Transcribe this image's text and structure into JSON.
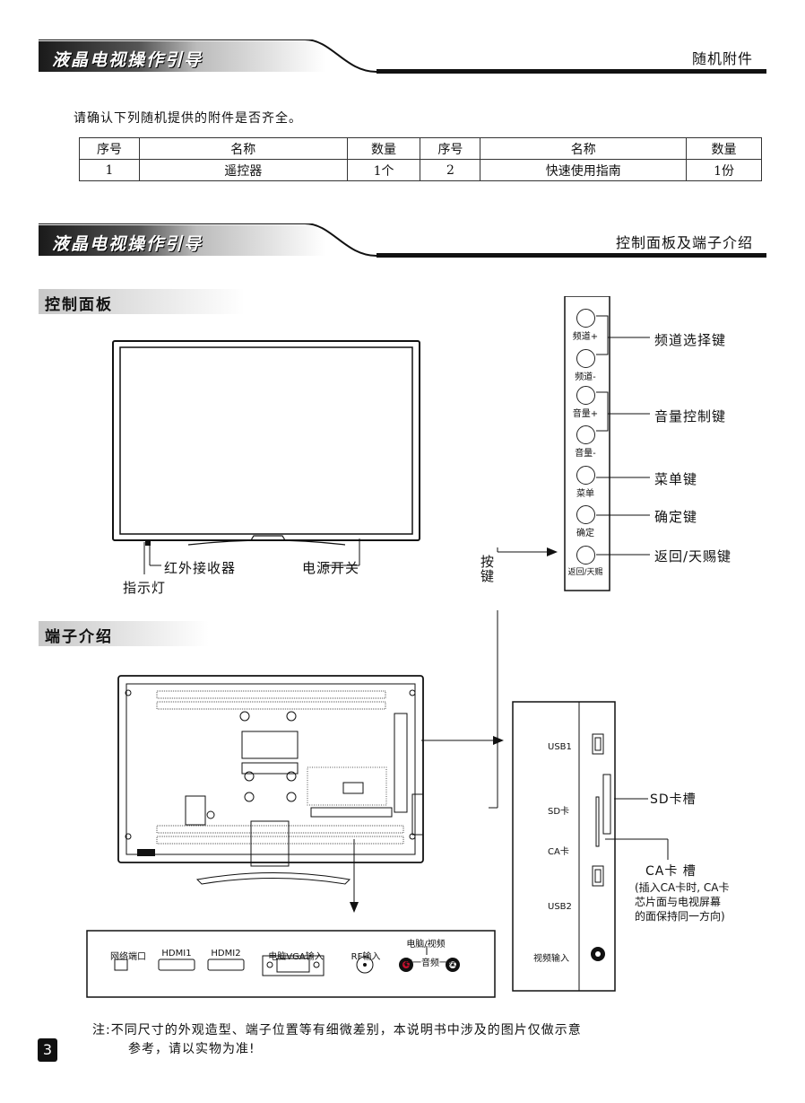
{
  "section1": {
    "title": "液晶电视操作引导",
    "right": "随机附件"
  },
  "intro": "请确认下列随机提供的附件是否齐全。",
  "accessories": {
    "headers": [
      "序号",
      "名称",
      "数量",
      "序号",
      "名称",
      "数量"
    ],
    "rows": [
      [
        "1",
        "遥控器",
        "1个",
        "2",
        "快速使用指南",
        "1份"
      ]
    ]
  },
  "section2": {
    "title": "液晶电视操作引导",
    "right": "控制面板及端子介绍"
  },
  "control_panel": {
    "title": "控制面板",
    "ir_receiver": "红外接收器",
    "indicator": "指示灯",
    "power_switch": "电源开关",
    "keys_label": "按键",
    "buttons": [
      "频道+",
      "频道-",
      "音量+",
      "音量-",
      "菜单",
      "确定",
      "返回/天赐"
    ],
    "callouts": {
      "channel": "频道选择键",
      "volume": "音量控制键",
      "menu": "菜单键",
      "ok": "确定键",
      "back": "返回/天赐键"
    }
  },
  "terminals": {
    "title": "端子介绍",
    "bottom_ports": {
      "network": "网络端口",
      "hdmi1": "HDMI1",
      "hdmi2": "HDMI2",
      "vga": "电脑VGA输入",
      "rf": "RF输入",
      "pc_video_title": "电脑/视频",
      "audio_lr": "右一音频一左"
    },
    "side_ports": {
      "usb1": "USB1",
      "sd": "SD卡",
      "ca": "CA卡",
      "usb2": "USB2",
      "video_in": "视频输入"
    },
    "sd_slot": "SD卡槽",
    "ca_slot": "CA卡 槽",
    "ca_note": [
      "(插入CA卡时, CA卡",
      "芯片面与电视屏幕",
      "的面保持同一方向)"
    ]
  },
  "note": {
    "line1": "注:不同尺寸的外观造型、端子位置等有细微差别，本说明书中涉及的图片仅做示意",
    "line2": "参考，请以实物为准!"
  },
  "page_number": "3"
}
